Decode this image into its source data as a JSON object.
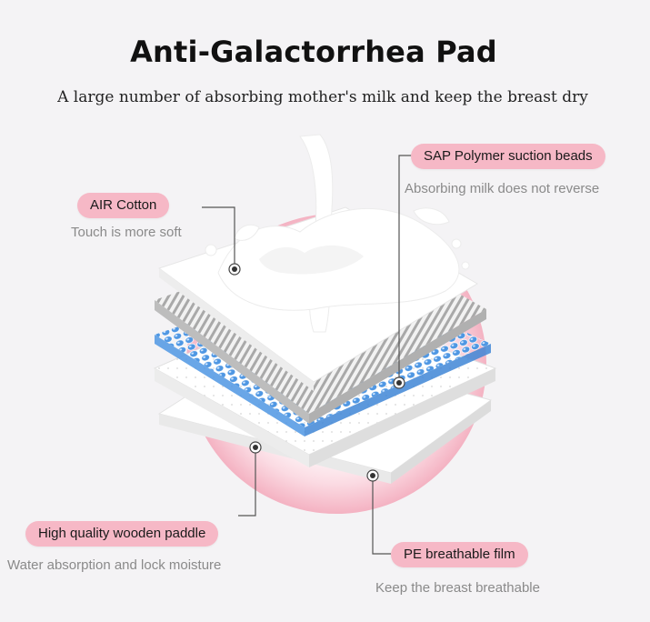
{
  "header": {
    "title": "Anti-Galactorrhea Pad",
    "subtitle": "A large number of absorbing mother's milk and keep the breast dry"
  },
  "layers": {
    "air_cotton": {
      "label": "AIR Cotton",
      "description": "Touch is more soft"
    },
    "sap_polymer": {
      "label": "SAP Polymer suction beads",
      "description": "Absorbing milk does not reverse"
    },
    "wooden_paddle": {
      "label": "High quality wooden paddle",
      "description": "Water absorption and lock moisture"
    },
    "pe_film": {
      "label": "PE breathable film",
      "description": "Keep the breast breathable"
    }
  },
  "colors": {
    "pill": "#f6b8c6",
    "circle": "#f7c3cf",
    "bead": "#5aa0e6",
    "line": "#555555"
  }
}
